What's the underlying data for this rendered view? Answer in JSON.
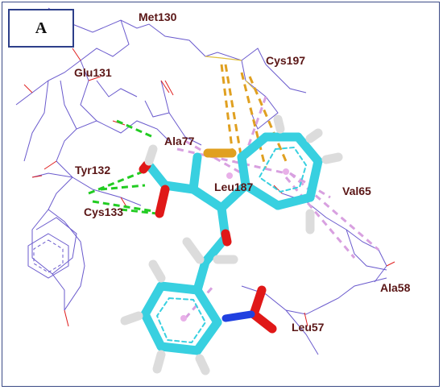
{
  "panel_label": "A",
  "residues": {
    "met130": "Met130",
    "cys197": "Cys197",
    "glu131": "Glu131",
    "ala77": "Ala77",
    "tyr132": "Tyr132",
    "leu187": "Leu187",
    "val65": "Val65",
    "cys133": "Cys133",
    "ala58": "Ala58",
    "leu57": "Leu57"
  },
  "colors": {
    "frame": "#3b4a86",
    "protein_wire": "#6a5acd",
    "oxygen": "#e02020",
    "sulfur_wire": "#e0c040",
    "ligand_carbon": "#38d0e0",
    "ligand_hydrogen": "#dcdcdc",
    "ligand_oxygen": "#e01818",
    "ligand_sulfur": "#e0a020",
    "ligand_nitrogen": "#2040e0",
    "hbond": "#22cc22",
    "pi_sulfur": "#e0a020",
    "pi_alkyl": "#d8a0e0",
    "label": "#5a1616"
  }
}
